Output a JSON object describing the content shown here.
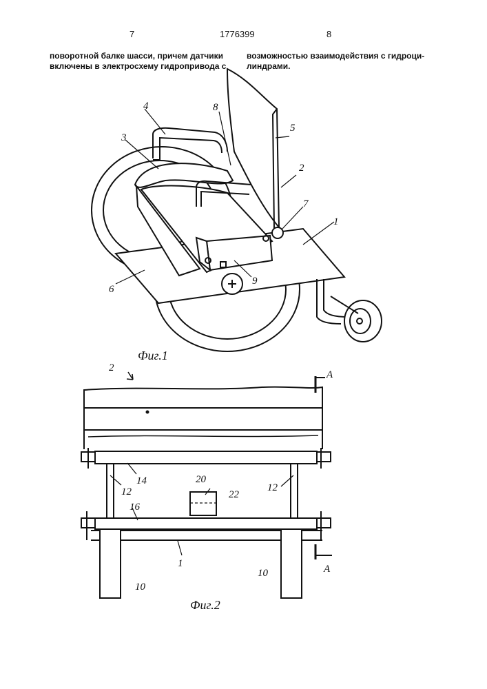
{
  "header": {
    "page_left": "7",
    "patent_number": "1776399",
    "page_right": "8"
  },
  "text": {
    "left_line1": "поворотной балке шасси, причем датчики",
    "left_line2": "включены в электросхему гидропривода с",
    "right_line1": "возможностью взаимодействия с гидроци-",
    "right_line2": "линдрами."
  },
  "fig1": {
    "caption": "Фиг.1",
    "labels": [
      "1",
      "2",
      "3",
      "4",
      "5",
      "6",
      "7",
      "8",
      "9"
    ]
  },
  "fig2": {
    "caption": "Фиг.2",
    "labels": {
      "top": "2",
      "section": "A",
      "section_bottom": "A",
      "l14": "14",
      "l12a": "12",
      "l12b": "12",
      "l20": "20",
      "l22": "22",
      "l16": "16",
      "l1": "1",
      "l10a": "10",
      "l10b": "10"
    }
  }
}
